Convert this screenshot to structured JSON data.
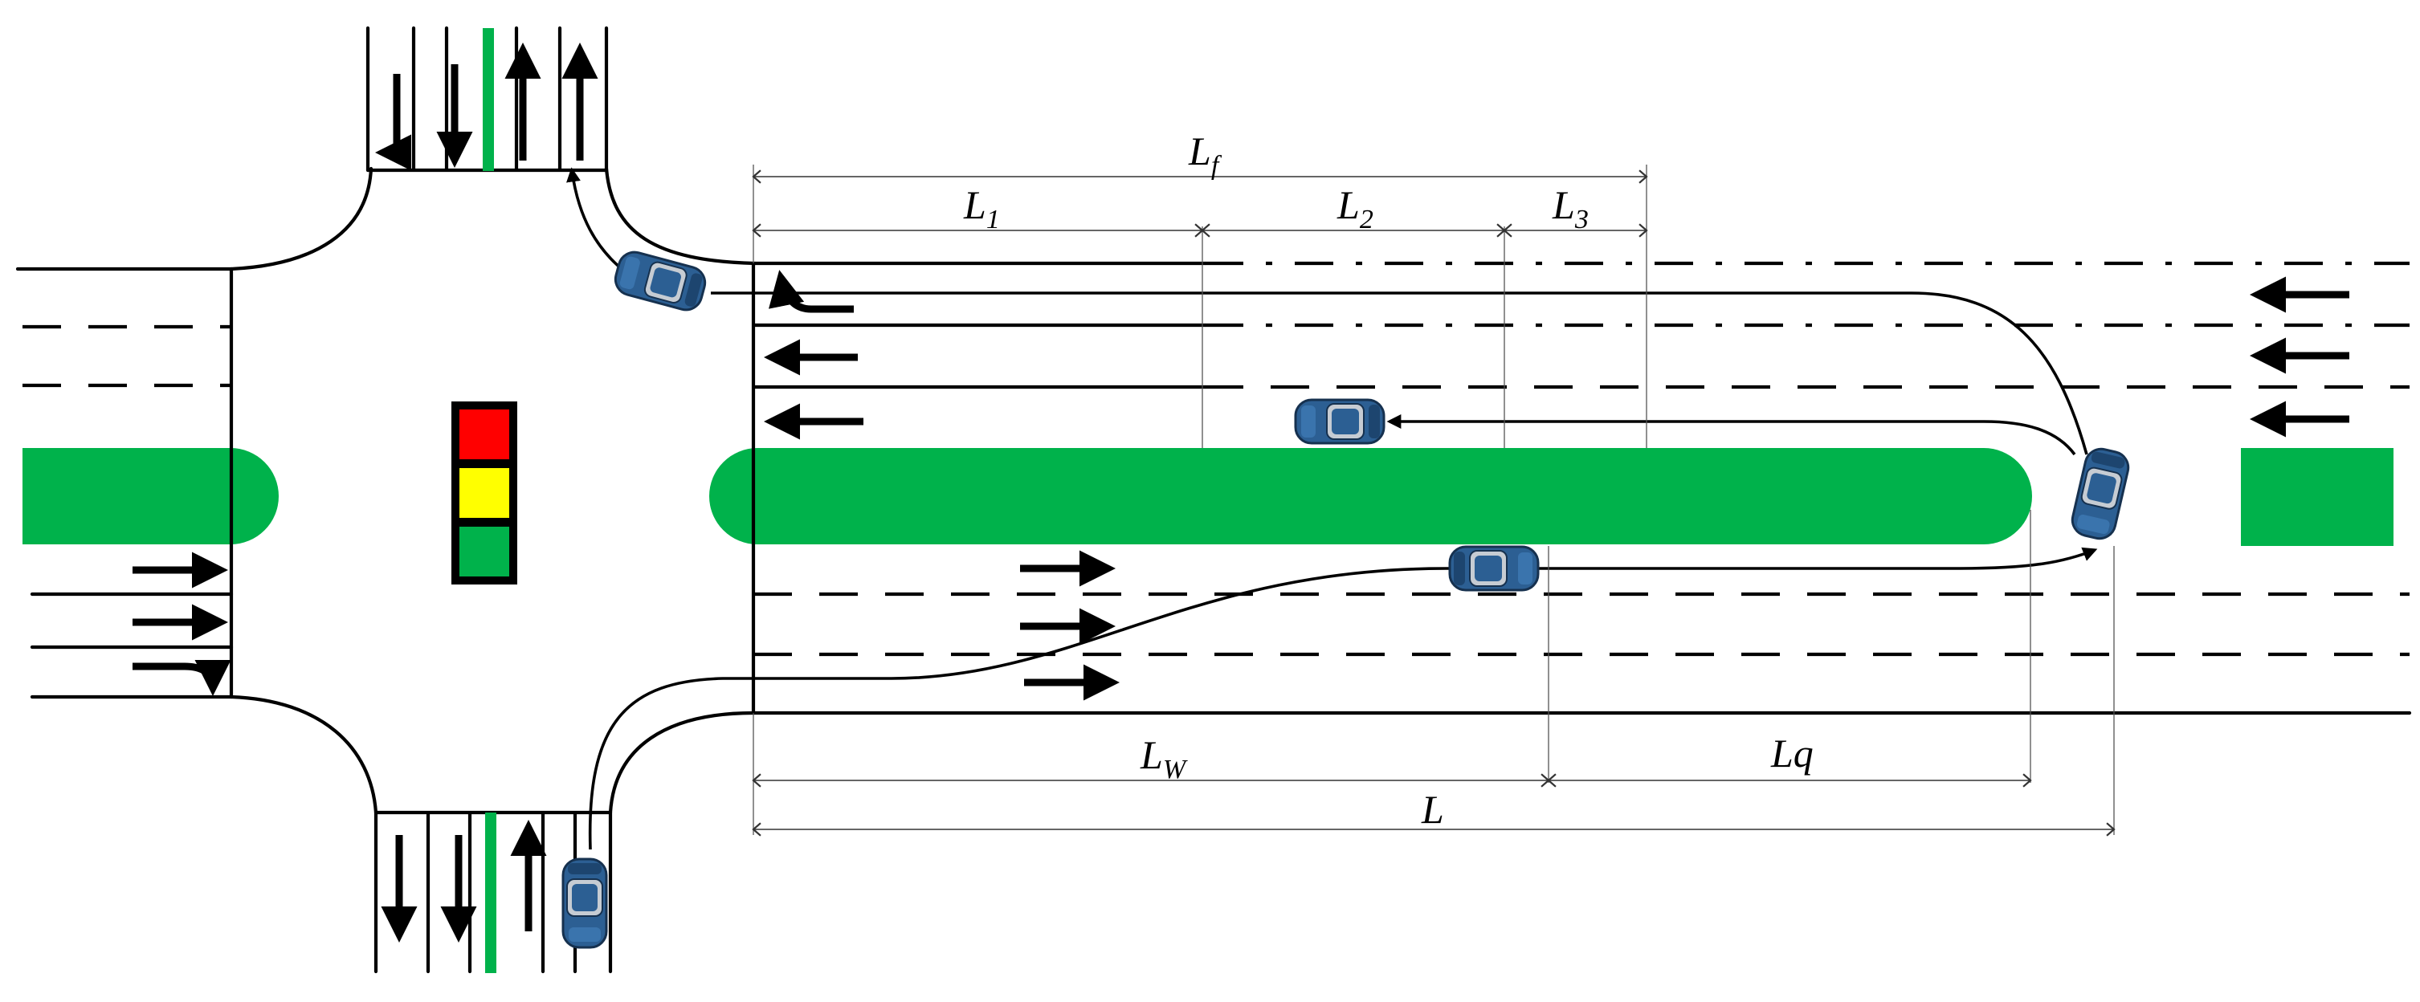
{
  "labels": {
    "Lf": "L",
    "Lf_sub": "f",
    "L1": "L",
    "L1_sub": "1",
    "L2": "L",
    "L2_sub": "2",
    "L3": "L",
    "L3_sub": "3",
    "LW": "L",
    "LW_sub": "W",
    "Lq": "Lq",
    "L": "L"
  },
  "colors": {
    "median": "#00b24b",
    "signal_red": "#ff0000",
    "signal_yellow": "#ffff00",
    "signal_green": "#00b24b",
    "car_body": "#2c5f93",
    "car_dark": "#16314f",
    "car_window": "#c6ccd3"
  }
}
